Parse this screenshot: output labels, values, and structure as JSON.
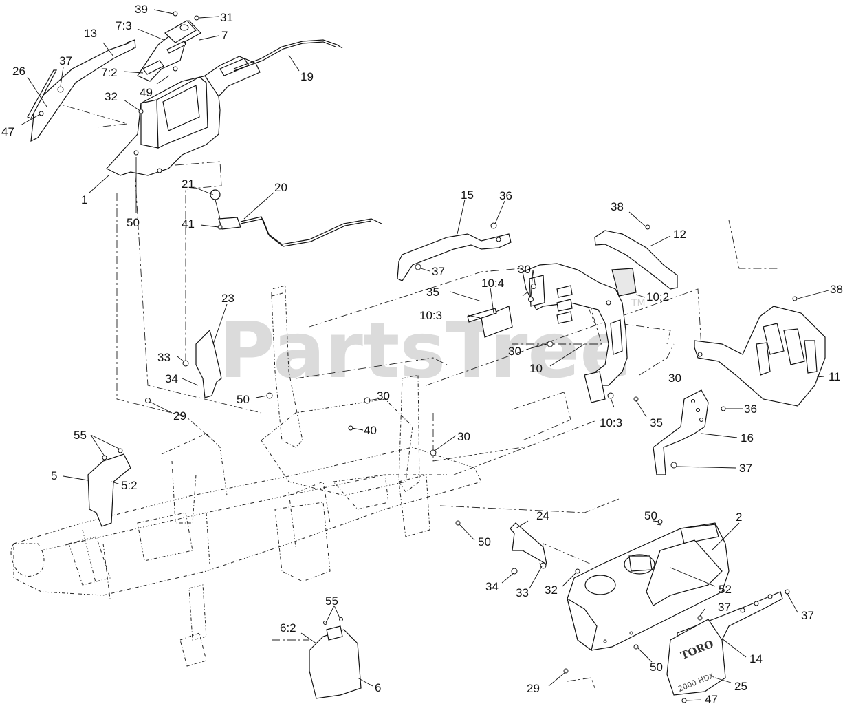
{
  "watermark": {
    "text": "PartsTree",
    "tm": "TM"
  },
  "decal": {
    "brand": "TORO",
    "model": "2000 HDX"
  },
  "labels": [
    "39",
    "31",
    "13",
    "7:3",
    "7",
    "26",
    "37",
    "7:2",
    "19",
    "32",
    "49",
    "47",
    "1",
    "21",
    "20",
    "50",
    "41",
    "15",
    "36",
    "38",
    "12",
    "37",
    "30",
    "35",
    "10:4",
    "10:2",
    "10:3",
    "38",
    "23",
    "30",
    "10",
    "33",
    "34",
    "50",
    "30",
    "30",
    "10:3",
    "35",
    "11",
    "29",
    "40",
    "36",
    "16",
    "55",
    "30",
    "5",
    "5:2",
    "37",
    "24",
    "50",
    "2",
    "50",
    "34",
    "33",
    "32",
    "52",
    "55",
    "6:2",
    "37",
    "37",
    "14",
    "50",
    "25",
    "29",
    "6",
    "47"
  ]
}
